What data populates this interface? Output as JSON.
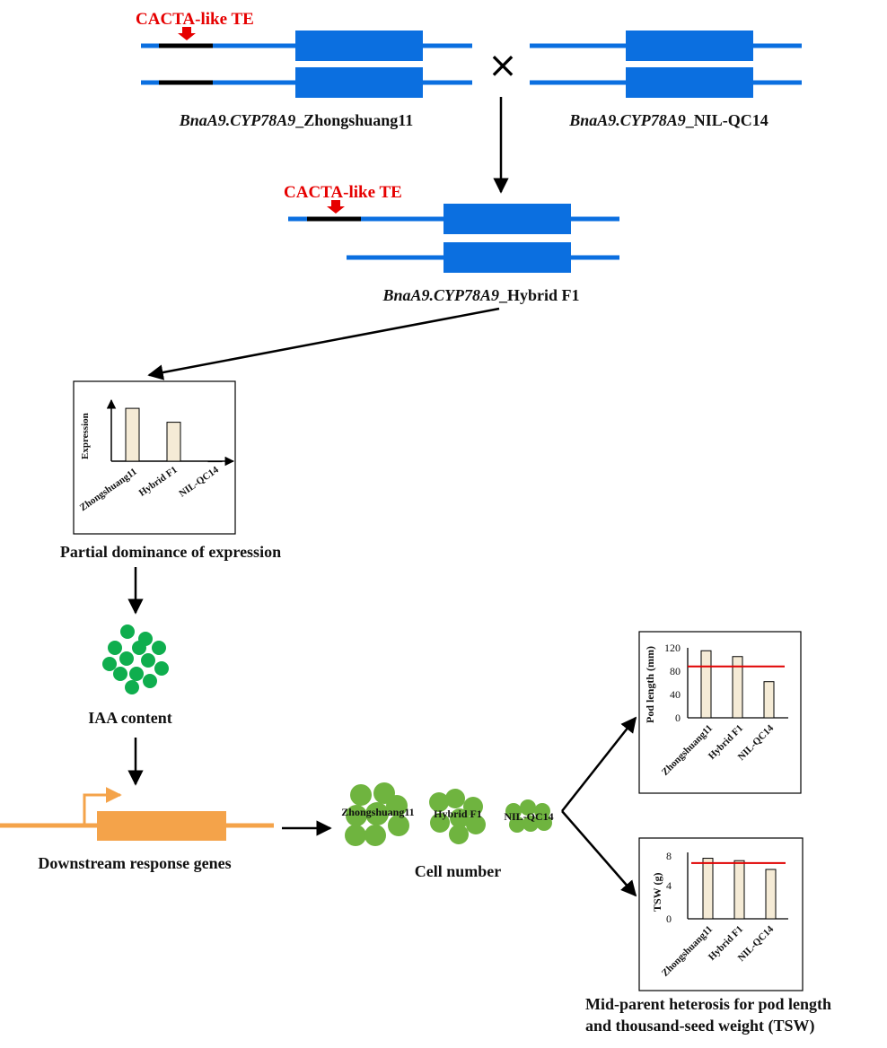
{
  "colors": {
    "gene_blue": "#0b6fe0",
    "promoter_black": "#000000",
    "te_red": "#e60000",
    "bar_fill": "#f5ebd6",
    "iaa_green": "#0fae4e",
    "cell_green": "#6fb43f",
    "gene_orange": "#f4a34a",
    "midparent_line": "#e00000"
  },
  "top": {
    "te_label_left": "CACTA-like TE",
    "te_label_hybrid": "CACTA-like TE",
    "cross_symbol": "×",
    "allele_zs_italic": "BnaA9.CYP78A9",
    "allele_zs_suffix": "_Zhongshuang11",
    "allele_nil_italic": "BnaA9.CYP78A9",
    "allele_nil_suffix": "_NIL-QC14",
    "hybrid_italic": "BnaA9.CYP78A9",
    "hybrid_suffix": "_Hybrid F1"
  },
  "expression": {
    "ylabel": "Expression",
    "categories": [
      "Zhongshuang11",
      "Hybrid F1",
      "NIL-QC14"
    ],
    "caption": "Partial dominance of expression"
  },
  "flow": {
    "iaa_label": "IAA content",
    "downstream_label": "Downstream response genes",
    "cell_label": "Cell number",
    "cell_group_labels": [
      "Zhongshuang11",
      "Hybrid F1",
      "NIL-QC14"
    ],
    "final_caption_line1": "Mid-parent heterosis for pod length",
    "final_caption_line2": "and thousand-seed weight (TSW)"
  },
  "chart_data": [
    {
      "type": "bar",
      "ylabel": "Expression",
      "categories": [
        "Zhongshuang11",
        "Hybrid F1",
        "NIL-QC14"
      ],
      "values": [
        0.95,
        0.7,
        0.0
      ],
      "ylim": [
        0,
        1.0
      ],
      "yticks": []
    },
    {
      "type": "bar",
      "ylabel": "Pod length (mm)",
      "categories": [
        "Zhongshuang11",
        "Hybrid F1",
        "NIL-QC14"
      ],
      "values": [
        115,
        105,
        62
      ],
      "ylim": [
        0,
        120
      ],
      "yticks": [
        "0",
        "40",
        "80",
        "120"
      ],
      "midparent": 88
    },
    {
      "type": "bar",
      "ylabel": "TSW (g)",
      "categories": [
        "Zhongshuang11",
        "Hybrid F1",
        "NIL-QC14"
      ],
      "values": [
        7.6,
        7.3,
        6.2
      ],
      "ylim": [
        0,
        8
      ],
      "yticks": [
        "0",
        "4",
        "8"
      ],
      "midparent": 7.0
    }
  ]
}
